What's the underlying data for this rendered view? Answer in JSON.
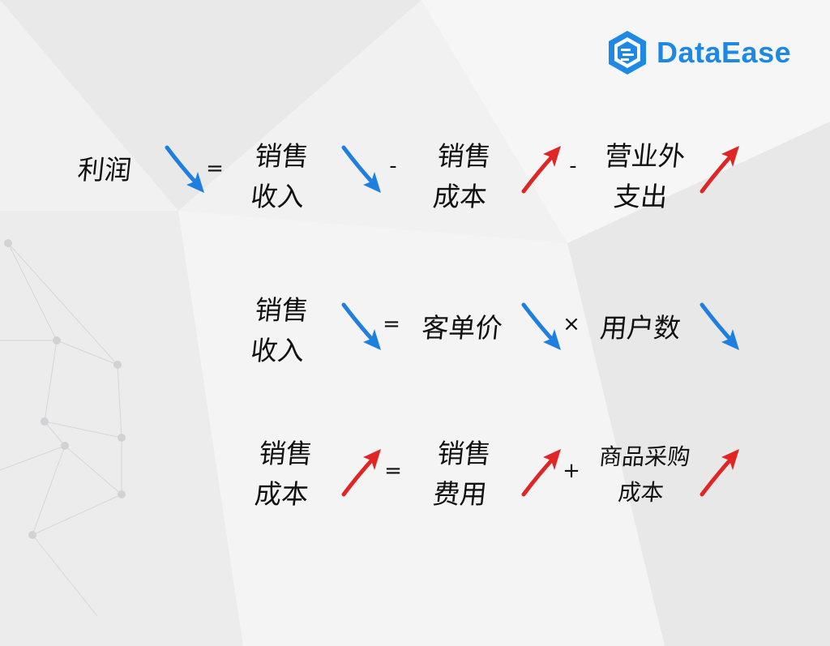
{
  "brand": {
    "name": "DataEase",
    "color": "#1e88e5"
  },
  "colors": {
    "down_arrow": "#1e7fe0",
    "up_arrow": "#e02525",
    "text": "#111111"
  },
  "icons": {
    "down": "blue-down-arrow-icon",
    "up": "red-up-arrow-icon"
  },
  "formulas": [
    {
      "lhs": {
        "lines": [
          "利润"
        ],
        "trend": "down"
      },
      "equals": "=",
      "rhs": [
        {
          "lines": [
            "销售",
            "收入"
          ],
          "trend": "down"
        },
        {
          "operator": "-",
          "lines": [
            "销售",
            "成本"
          ],
          "trend": "up"
        },
        {
          "operator": "-",
          "lines": [
            "营业外",
            "支出"
          ],
          "trend": "up"
        }
      ]
    },
    {
      "lhs": {
        "lines": [
          "销售",
          "收入"
        ],
        "trend": "down"
      },
      "equals": "=",
      "rhs": [
        {
          "lines": [
            "客单价"
          ],
          "trend": "down"
        },
        {
          "operator": "×",
          "lines": [
            "用户数"
          ],
          "trend": "down"
        }
      ]
    },
    {
      "lhs": {
        "lines": [
          "销售",
          "成本"
        ],
        "trend": "up"
      },
      "equals": "=",
      "rhs": [
        {
          "lines": [
            "销售",
            "费用"
          ],
          "trend": "up"
        },
        {
          "operator": "+",
          "lines": [
            "商品采购",
            "成本"
          ],
          "trend": "up"
        }
      ]
    }
  ]
}
